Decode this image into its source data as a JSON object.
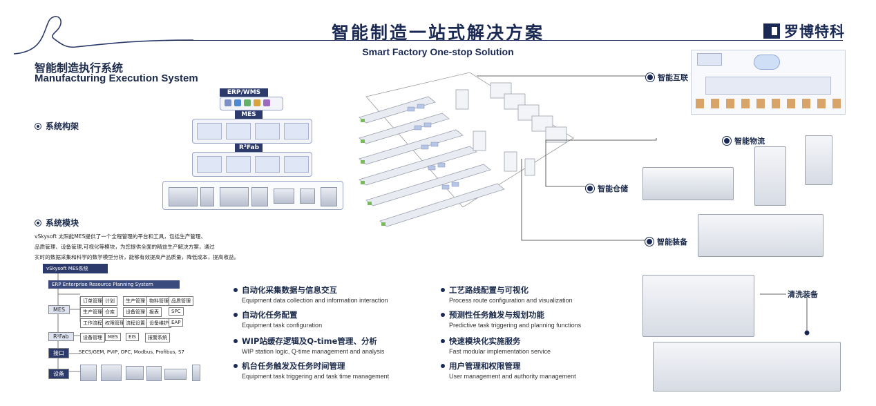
{
  "header": {
    "title_cn": "智能制造一站式解决方案",
    "title_en": "Smart Factory One-stop Solution",
    "logo_text": "罗博特科"
  },
  "section": {
    "title_cn": "智能制造执行系统",
    "title_en": "Manufacturing Execution System"
  },
  "subsections": {
    "architecture": "系统构架",
    "modules": "系统模块"
  },
  "architecture": {
    "layers": [
      "ERP/WMS",
      "MES",
      "R²Fab"
    ]
  },
  "description": {
    "line1": "vSkysoft  太阳能MES提供了一个全程管理的平台和工具，包括生产管理、",
    "line2": "品质管理、设备管理,可视化等模块，为您提供全面的精益生产解决方案，通过",
    "line3": "实时的数据采集和科学的数学模型分析，能够有效提高产品质量，降低成本，提高收益。"
  },
  "tree": {
    "root": "vSkysoft MES系统",
    "sub": "ERP  Enterprise Resource Planning System",
    "labels": [
      "MES",
      "R²Fab",
      "接口",
      "设备"
    ],
    "interface_text": "SECS/GEM, PVIP, OPC, Modbus, Profibus, S7",
    "mes_row1": [
      "订单管理",
      "计划",
      "生产管理",
      "物料管理",
      "品质管理"
    ],
    "mes_row2": [
      "生产管理",
      "仓库",
      "设备管理",
      "报表",
      "SPC"
    ],
    "mes_row3": [
      "工作流程",
      "权限管理",
      "流程设置",
      "设备维护",
      "EAP"
    ],
    "fab_row": [
      "设备管理",
      "MES",
      "EIS",
      "报警系统"
    ]
  },
  "features": [
    {
      "cn": "自动化采集数据与信息交互",
      "en": "Equipment data collection and information interaction"
    },
    {
      "cn": "工艺路线配置与可视化",
      "en": "Process route configuration and visualization"
    },
    {
      "cn": "自动化任务配置",
      "en": "Equipment task configuration"
    },
    {
      "cn": "预测性任务触发与规划功能",
      "en": "Predictive task triggering and planning functions"
    },
    {
      "cn": "WIP站缓存逻辑及Q-time管理、分析",
      "en": "WIP station logic, Q-time management and analysis"
    },
    {
      "cn": "快速模块化实施服务",
      "en": "Fast modular implementation service"
    },
    {
      "cn": "机台任务触发及任务时间管理",
      "en": "Equipment task triggering and task time management"
    },
    {
      "cn": "用户管理和权限管理",
      "en": "User management and authority management"
    }
  ],
  "callouts": {
    "interconnect": "智能互联",
    "logistics": "智能物流",
    "storage": "智能仓储",
    "equipment": "智能装备",
    "cleaning": "清洗装备"
  },
  "colors": {
    "brand": "#1a2a55",
    "accent": "#2c3a6b"
  }
}
